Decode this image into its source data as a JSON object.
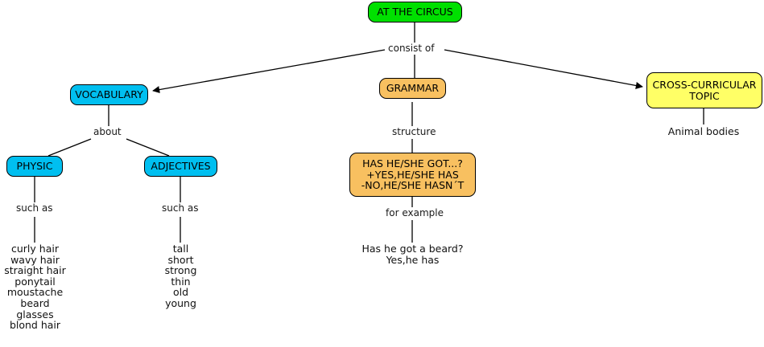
{
  "diagram": {
    "title_node": "AT THE CIRCUS",
    "nodes": {
      "root": "AT THE CIRCUS",
      "vocabulary": "VOCABULARY",
      "grammar": "GRAMMAR",
      "cross_curricular": "CROSS-CURRICULAR\nTOPIC",
      "physic": "PHYSIC",
      "adjectives": "ADJECTIVES",
      "structure_box": "HAS HE/SHE GOT...?\n+YES,HE/SHE HAS\n-NO,HE/SHE HASN´T"
    },
    "link_labels": {
      "consist_of": "consist of",
      "about": "about",
      "structure": "structure",
      "such_as_physic": "such as",
      "such_as_adjectives": "such as",
      "for_example": "for example"
    },
    "leaves": {
      "animal_bodies": "Animal bodies",
      "physic_list": "curly hair\nwavy hair\nstraight hair\nponytail\nmoustache\nbeard\nglasses\nblond hair",
      "adjectives_list": "tall\nshort\nstrong\nthin\nold\nyoung",
      "example_text": "Has he got a beard?\nYes,he has"
    },
    "colors": {
      "root": "#00e000",
      "vocabulary": "#00bff0",
      "grammar": "#f8c060",
      "cross_curricular": "#ffff66",
      "physic": "#00bff0",
      "adjectives": "#00bff0",
      "structure_box": "#f8c060",
      "edge": "#000000",
      "background": "#ffffff"
    }
  }
}
